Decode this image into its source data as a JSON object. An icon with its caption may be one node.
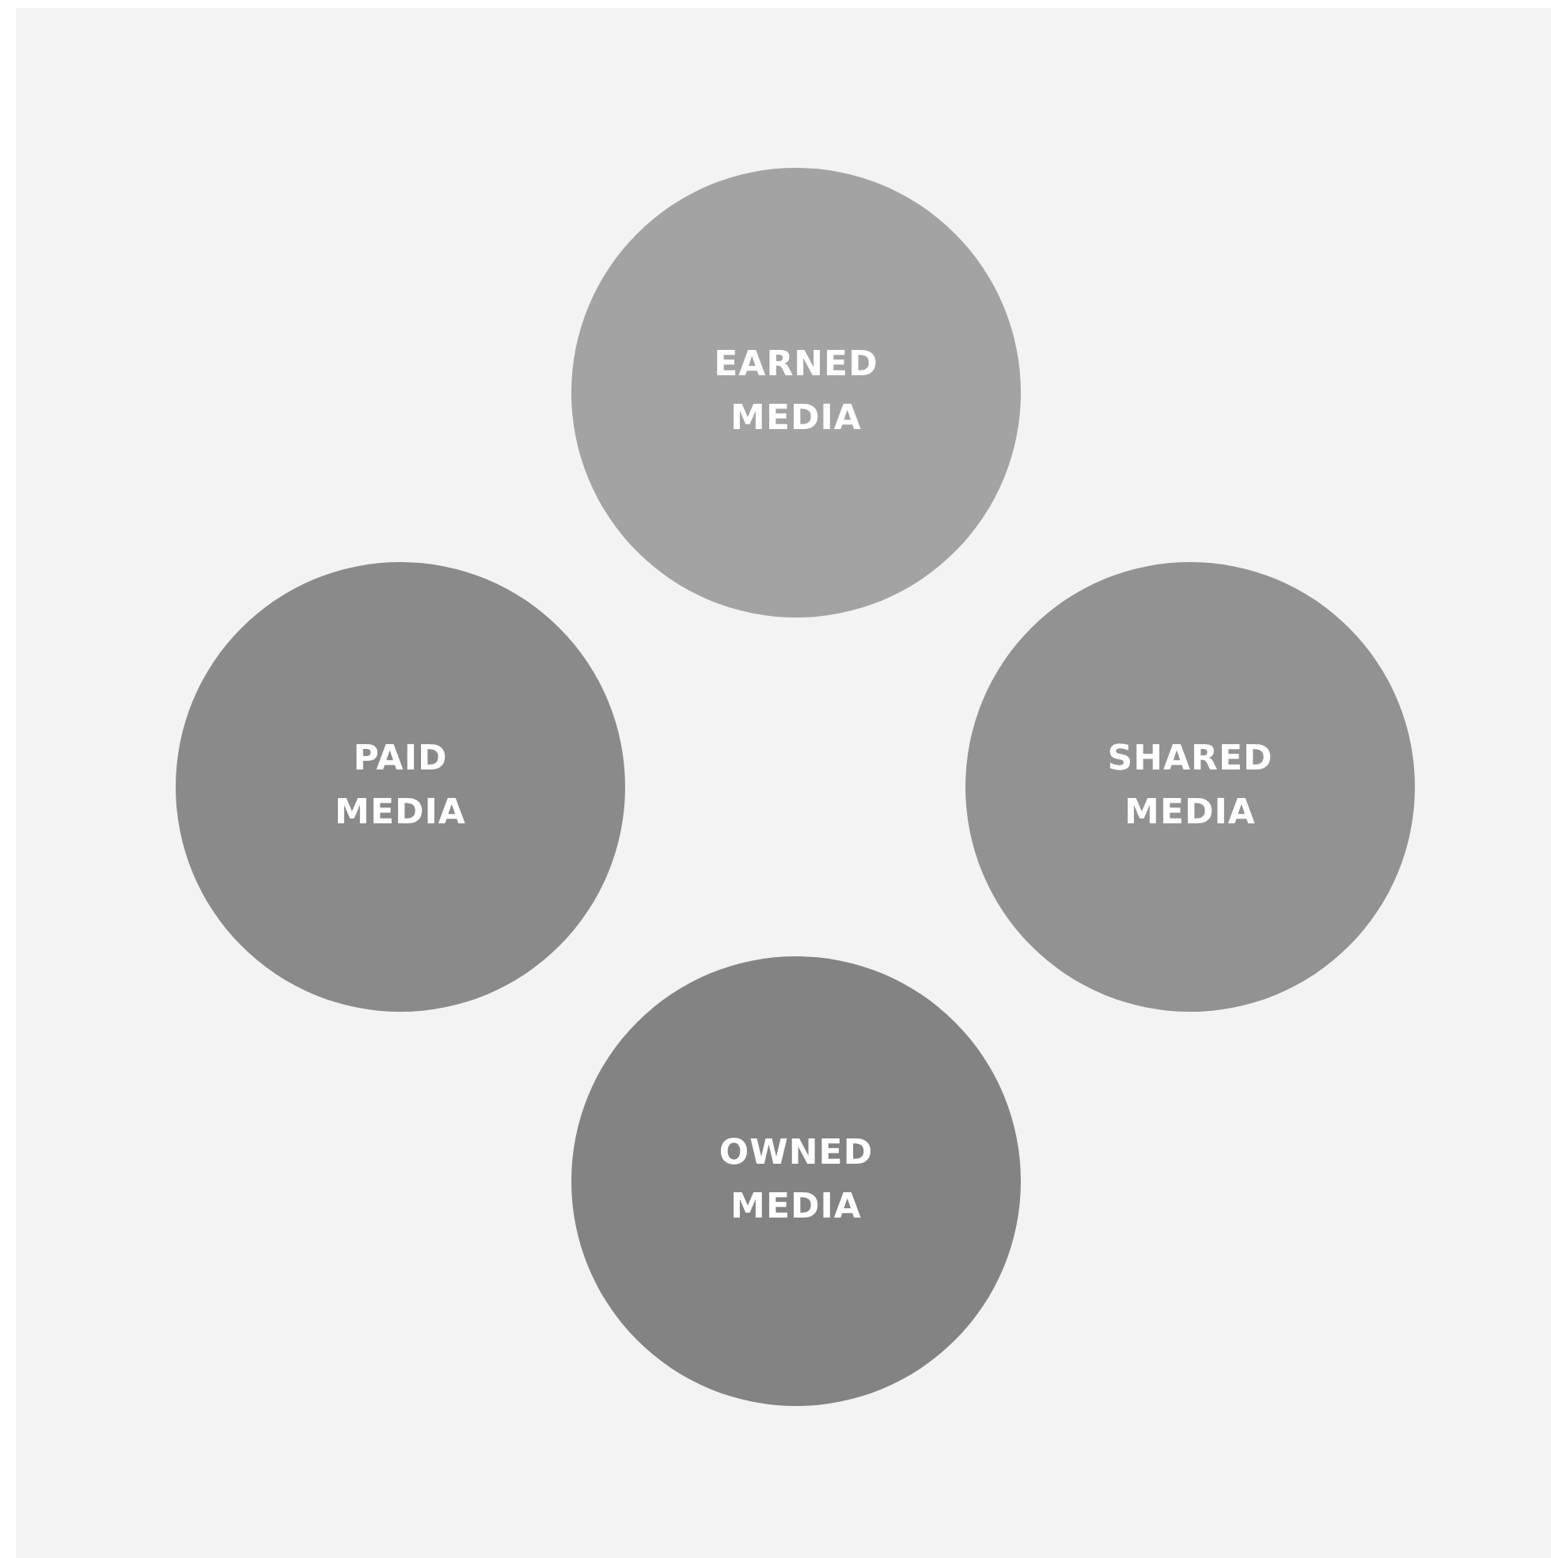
{
  "diagram": {
    "nodes": [
      {
        "text": [
          "EARNED MEDIA"
        ]
      },
      {
        "text": [
          "PAID MEDIA"
        ]
      },
      {
        "text": [
          "SHARED MEDIA"
        ]
      },
      {
        "text": [
          "OWNED MEDIA"
        ]
      }
    ]
  }
}
